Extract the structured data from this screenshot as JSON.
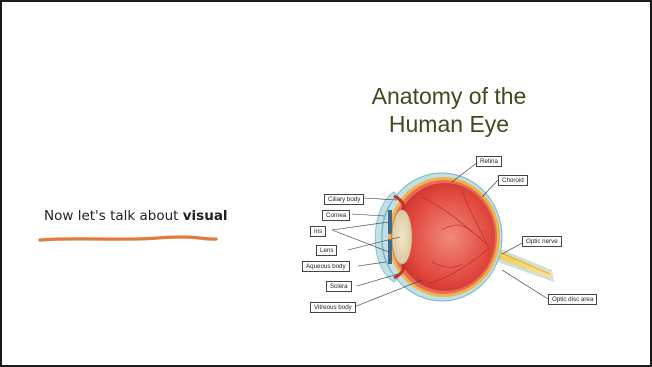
{
  "slide": {
    "intro_prefix": "Now let's talk about ",
    "intro_bold": "visual",
    "underline_color": "#e07b39"
  },
  "figure": {
    "title_line1": "Anatomy of the",
    "title_line2": "Human Eye",
    "labels": {
      "retina": "Retina",
      "choroid": "Choroid",
      "ciliary_body": "Ciliary body",
      "cornea": "Cornea",
      "iris": "Iris",
      "lens": "Lens",
      "aqueous_body": "Aqueous body",
      "sclera": "Sclera",
      "vitreous_body": "Vitreous body",
      "optic_nerve": "Optic nerve",
      "optic_disc_area": "Optic disc area"
    }
  }
}
